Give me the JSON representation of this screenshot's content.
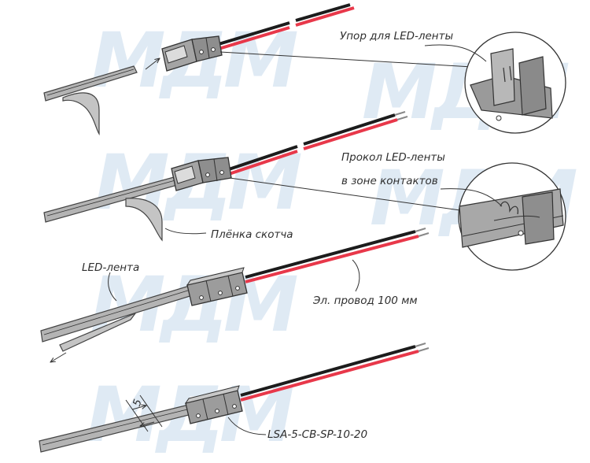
{
  "watermark": "МДМ",
  "labels": {
    "stop": "Упор для LED-ленты",
    "pierce_line1": "Прокол LED-ленты",
    "pierce_line2": "в зоне контактов",
    "film": "Плёнка скотча",
    "led_strip": "LED-лента",
    "wire": "Эл. провод 100 мм",
    "model": "LSA-5-CB-SP-10-20",
    "dimension": "5"
  },
  "colors": {
    "wire_red": "#e8384a",
    "wire_black": "#1c1c1c",
    "strip_gray": "#b4b4b4",
    "connector_gray": "#9c9c9c",
    "watermark": "#d5e3f1"
  }
}
